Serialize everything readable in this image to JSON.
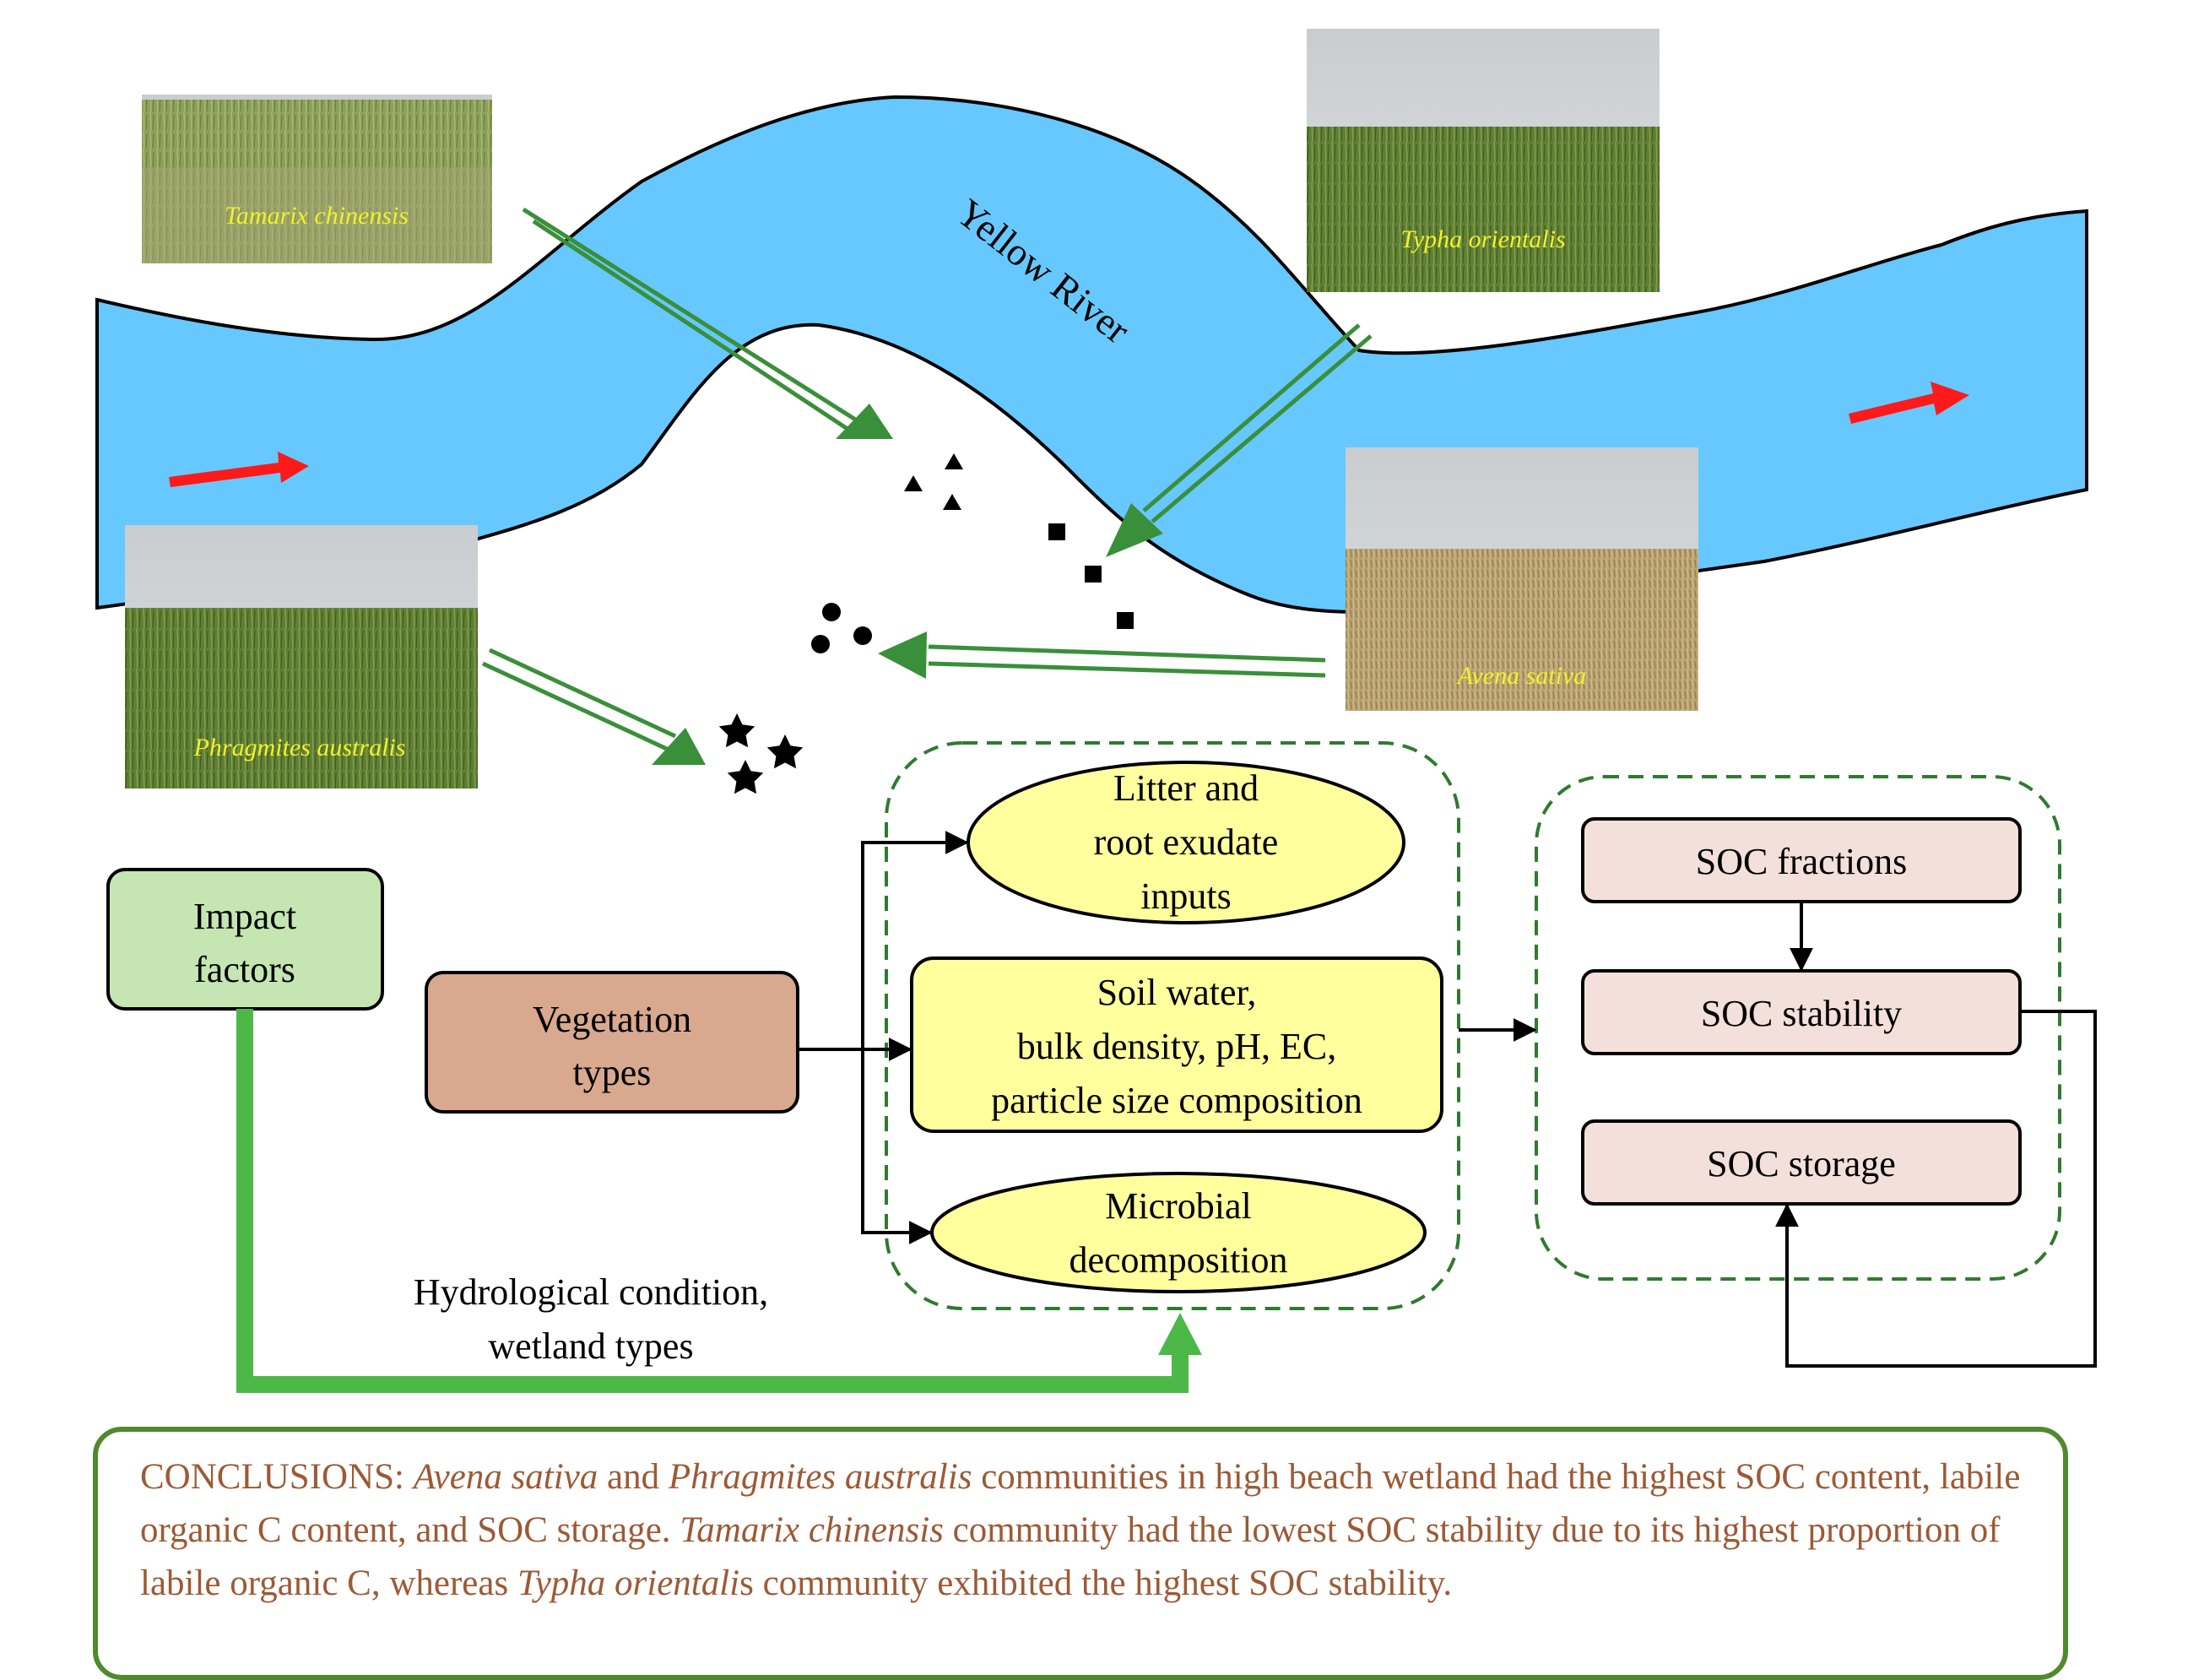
{
  "river": {
    "label": "Yellow River",
    "color": "#66c8ff",
    "flow_arrow_color": "#ff1a1a"
  },
  "photos": {
    "tamarix": "Tamarix chinensis",
    "typha": "Typha orientalis",
    "avena": "Avena sativa",
    "phragmites": "Phragmites australis"
  },
  "markers": {
    "tamarix": "triangle",
    "typha": "square",
    "avena": "circle",
    "phragmites": "star"
  },
  "nodes": {
    "impact": [
      "Impact",
      "factors"
    ],
    "vegetation": [
      "Vegetation",
      "types"
    ],
    "litter": [
      "Litter and",
      "root exudate",
      "inputs"
    ],
    "soil": [
      "Soil water,",
      "bulk density, pH, EC,",
      "particle size composition"
    ],
    "microbial": [
      "Microbial",
      "decomposition"
    ],
    "soc_fractions": "SOC fractions",
    "soc_stability": "SOC stability",
    "soc_storage": "SOC storage"
  },
  "hydro_text": [
    "Hydrological condition,",
    "wetland types"
  ],
  "colors": {
    "green_arrow": "#3a8f3a",
    "impact_fill": "#c5e6b3",
    "vegetation_fill": "#d8a98f",
    "yellow_fill": "#ffff9e",
    "soc_fill": "#f3e0da",
    "dashed_border": "#2f7a2f",
    "conclusion_text": "#9c5a35",
    "conclusion_border": "#4f8a2d"
  },
  "conclusions": {
    "p1": "CONCLUSIONS: ",
    "i1": "Avena sativa",
    "p2": " and ",
    "i2": "Phragmites australis",
    "p3": " communities in high beach wetland had the highest SOC content, labile organic C content, and SOC storage. ",
    "i3": "Tamarix chinensis",
    "p4": " community had the lowest SOC stability due to its highest proportion of labile organic C, whereas ",
    "i4": "Typha orientali",
    "p5": "s community exhibited the highest SOC stability."
  }
}
